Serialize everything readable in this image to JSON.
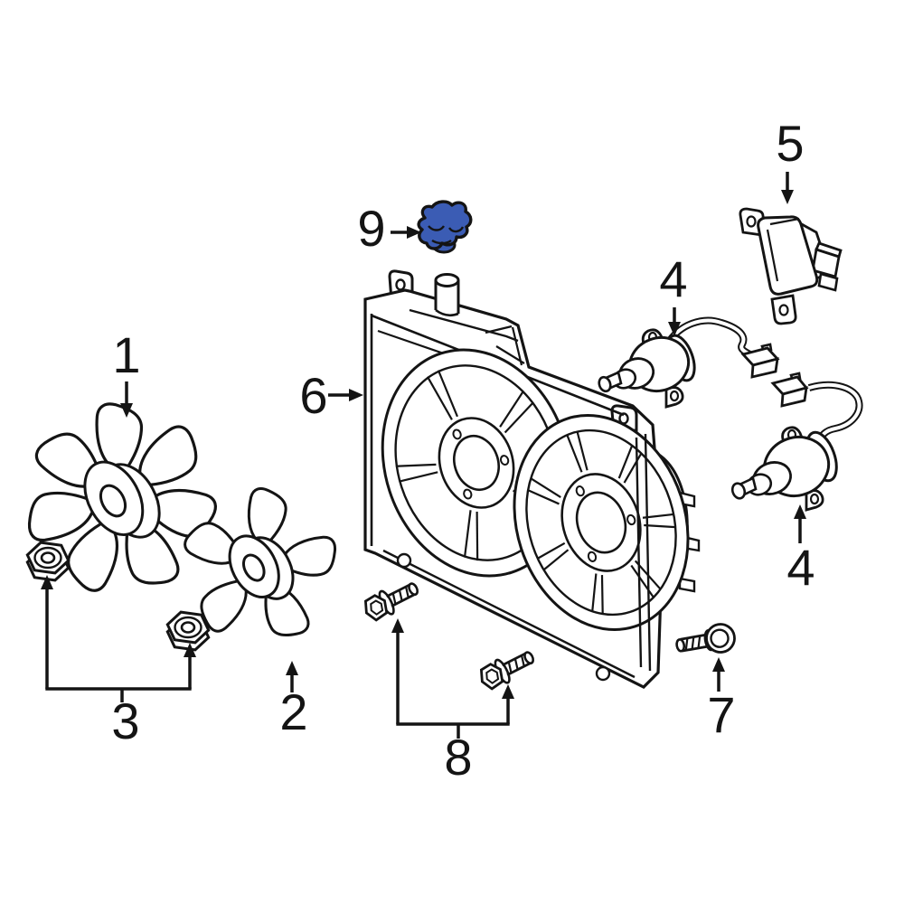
{
  "diagram": {
    "kind": "exploded-parts-diagram",
    "subject": "engine-cooling-fan-assembly",
    "background_color": "#ffffff",
    "line_color": "#141414",
    "highlight_color": "#3b5cb4"
  },
  "callouts": {
    "c1": {
      "label": "1",
      "part": "cooling-fan-blade-7-wing"
    },
    "c2": {
      "label": "2",
      "part": "cooling-fan-blade-5-wing"
    },
    "c3": {
      "label": "3",
      "part": "fan-mounting-nuts-pair"
    },
    "c4_upper": {
      "label": "4",
      "part": "fan-motor-with-harness-upper"
    },
    "c4_lower": {
      "label": "4",
      "part": "fan-motor-with-harness-lower"
    },
    "c5": {
      "label": "5",
      "part": "fan-control-module"
    },
    "c6": {
      "label": "6",
      "part": "fan-shroud-assembly"
    },
    "c7": {
      "label": "7",
      "part": "shroud-mounting-bolt"
    },
    "c8": {
      "label": "8",
      "part": "shroud-mounting-bolts-pair"
    },
    "c9": {
      "label": "9",
      "part": "retaining-clip-highlighted"
    }
  }
}
